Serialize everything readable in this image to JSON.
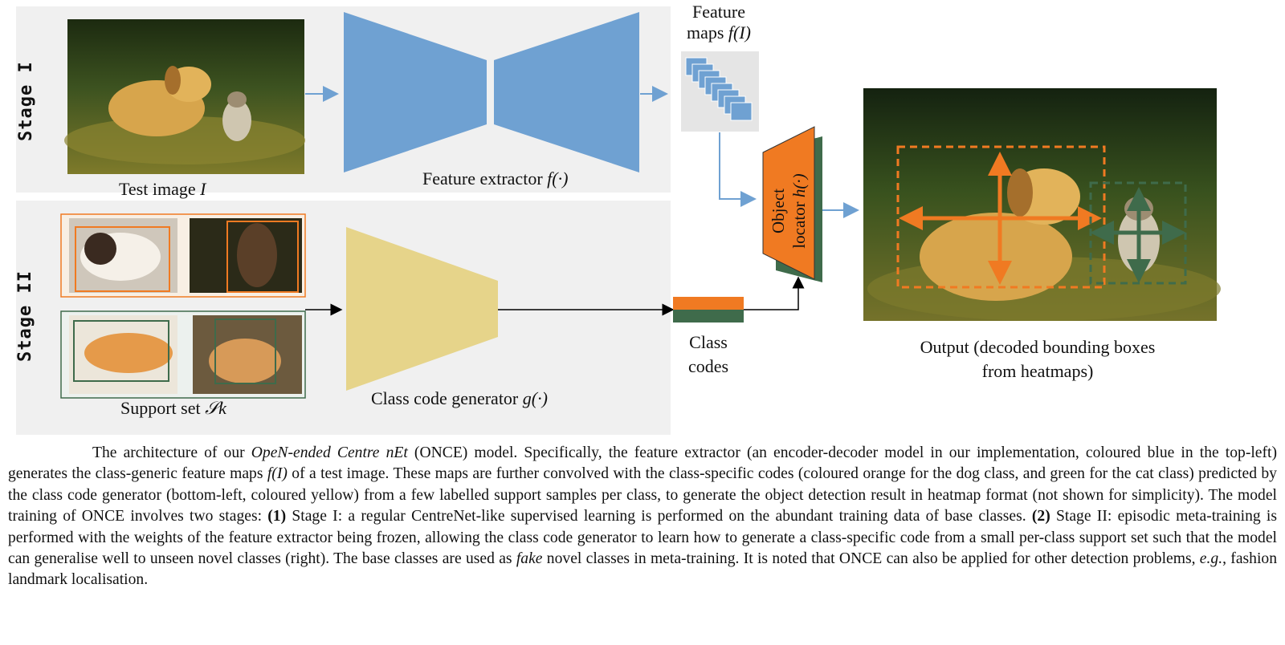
{
  "figure": {
    "stage1_label": "Stage I",
    "stage2_label": "Stage II",
    "test_image_label": "Test image ",
    "test_image_math": "I",
    "feature_extractor_label": "Feature extractor ",
    "feature_extractor_math": "f(·)",
    "feature_maps_label_line1": "Feature",
    "feature_maps_label_line2": "maps ",
    "feature_maps_math": "f(I)",
    "object_locator_line1": "Object",
    "object_locator_line2": "locator ",
    "object_locator_math": "h(·)",
    "support_set_label": "Support set ",
    "support_set_math": "𝒮k",
    "class_code_generator_label": "Class code generator ",
    "class_code_generator_math": "g(·)",
    "class_codes_line1": "Class",
    "class_codes_line2": "codes",
    "output_label_line1": "Output (decoded bounding boxes",
    "output_label_line2": "from heatmaps)",
    "colors": {
      "encoder_blue": "#6fa1d2",
      "generator_yellow": "#e6d48a",
      "dog_orange": "#f07a22",
      "cat_green": "#3f6b4b",
      "panel_gray": "#f0f0f0"
    }
  },
  "caption": {
    "s1": "The architecture of our ",
    "s1_em": "OpeN-ended Centre nEt",
    "s2": " (ONCE) model. Specifically, the feature extractor (an encoder-decoder model in our implementation, coloured blue in the top-left) generates the class-generic feature maps ",
    "s2_math": "f(I)",
    "s3": " of a test image. These maps are further convolved with the class-specific codes (coloured orange for the dog class, and green for the cat class) predicted by the class code generator (bottom-left, coloured yellow) from a few labelled support samples per class, to generate the object detection result in heatmap format (not shown for simplicity). The model training of ONCE involves two stages: ",
    "s4_bold": "(1)",
    "s4": " Stage I: a regular CentreNet-like supervised learning is performed on the abundant training data of base classes. ",
    "s5_bold": "(2)",
    "s5": " Stage II: episodic meta-training is performed with the weights of the feature extractor being frozen, allowing the class code generator to learn how to generate a class-specific code from a small per-class support set such that the model can generalise well to unseen novel classes (right). The base classes are used as ",
    "s5_em": "fake",
    "s6": " novel classes in meta-training. It is noted that ONCE can also be applied for other detection problems, ",
    "s6_em": "e.g.",
    "s7": ", fashion landmark localisation."
  }
}
